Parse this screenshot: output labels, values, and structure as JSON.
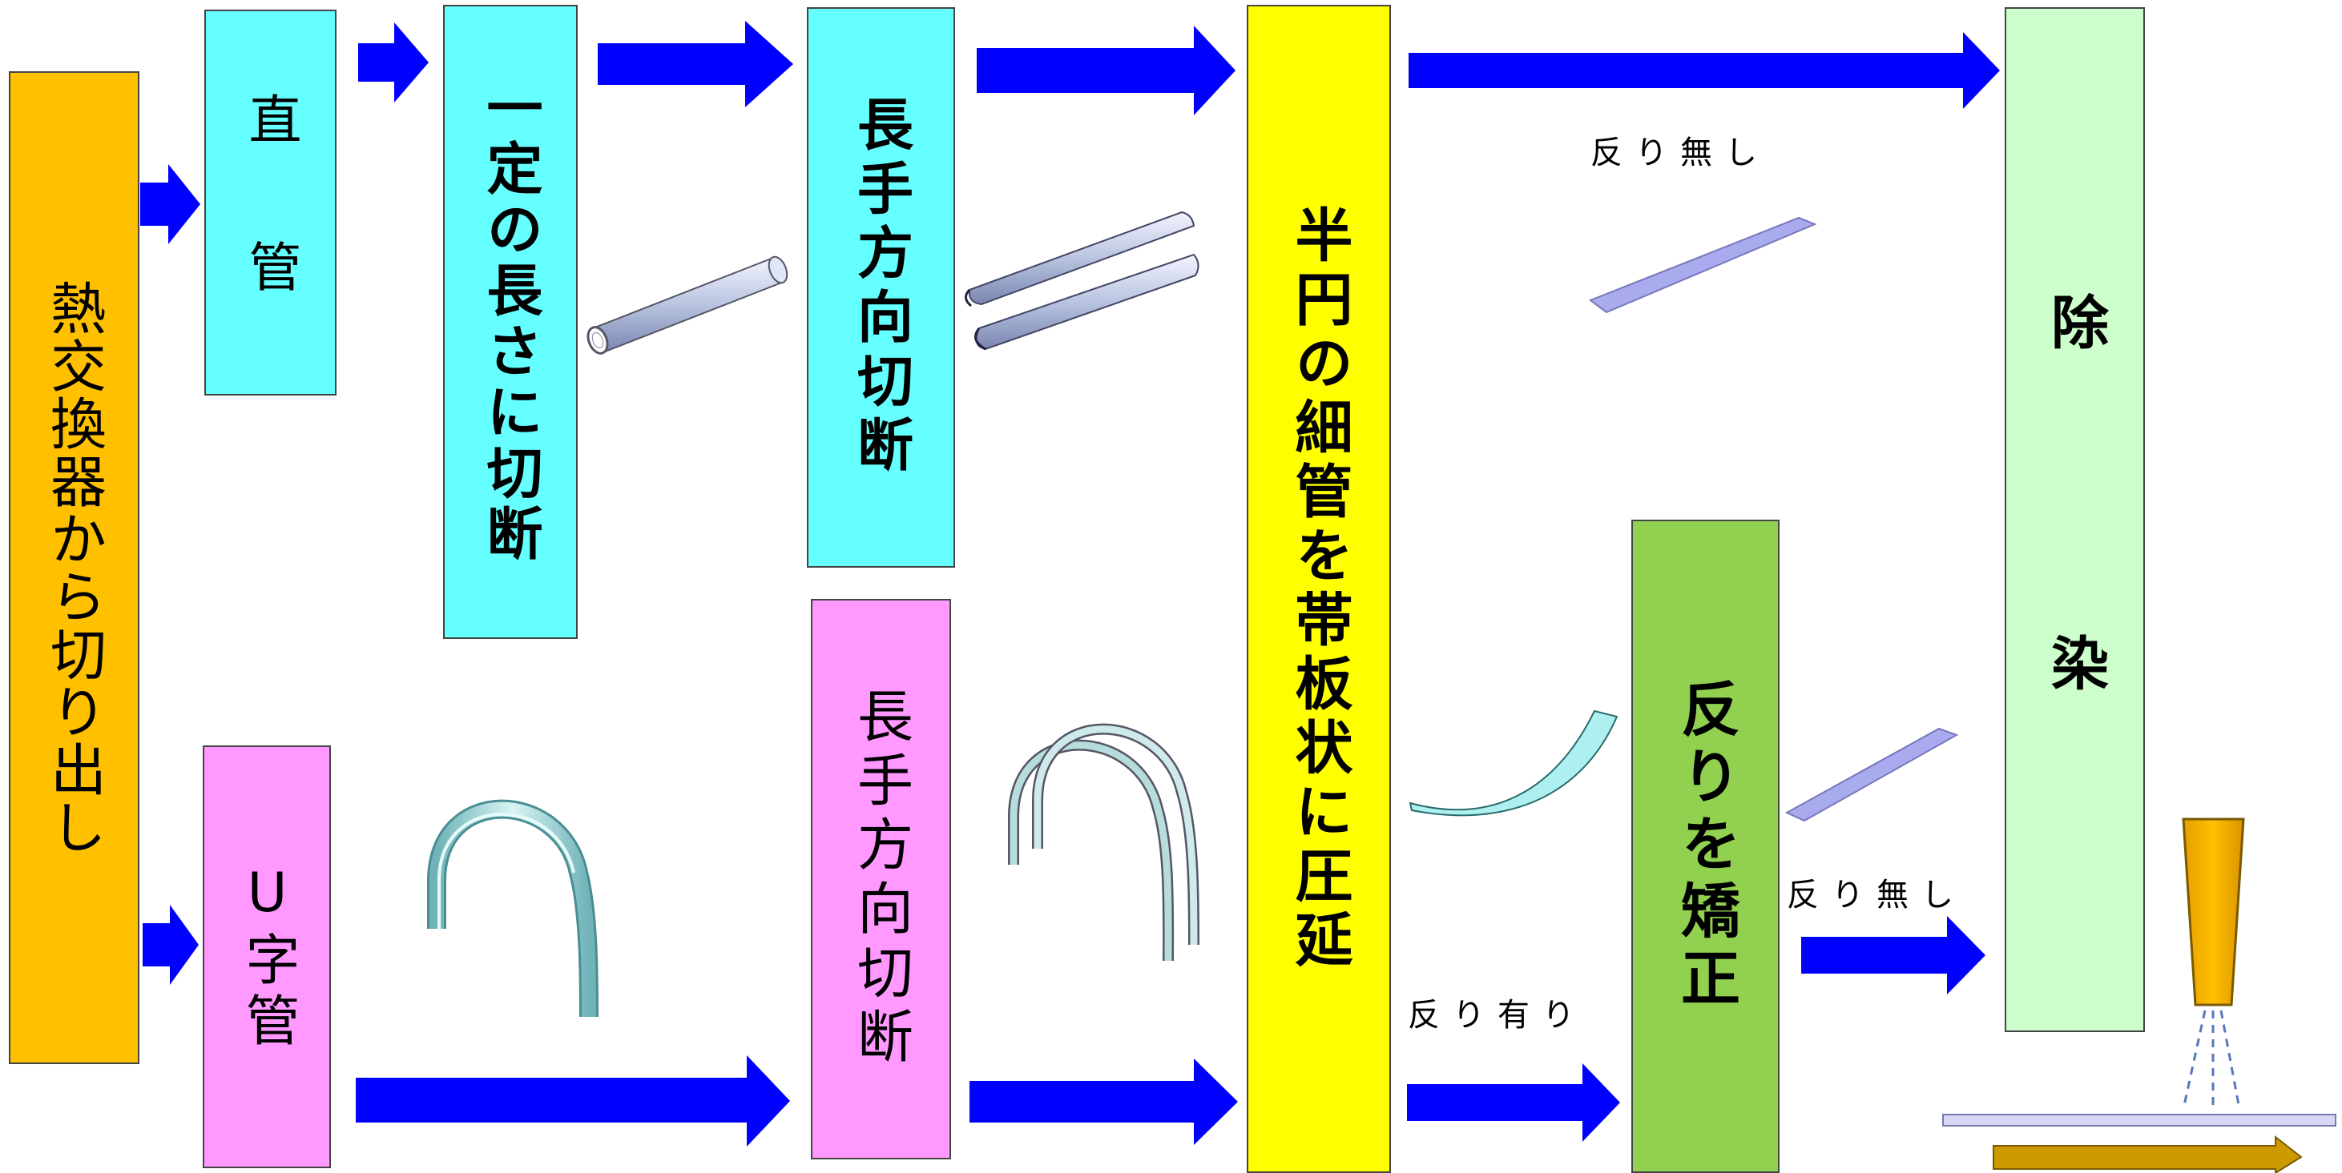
{
  "boxes": {
    "source": "熱交換器から切り出し",
    "straight_pipe": "直　管",
    "u_pipe": "U字管",
    "cut_length": "一定の長さに切断",
    "longitudinal_cut_top": "長手方向切断",
    "longitudinal_cut_bottom": "長手方向切断",
    "roll_to_strip": "半円の細管を帯板状に圧延",
    "straighten": "反りを矯正",
    "decontam": "除　　染"
  },
  "labels": {
    "no_warp_top": "反り無し",
    "warp_present": "反り有り",
    "no_warp_bottom": "反り無し"
  },
  "colors": {
    "orange": "#FFC000",
    "cyan": "#66FFFF",
    "pink": "#FF99FF",
    "yellow": "#FFFF00",
    "green": "#92D050",
    "mint": "#CCFFCC",
    "arrow": "#0000FF"
  }
}
